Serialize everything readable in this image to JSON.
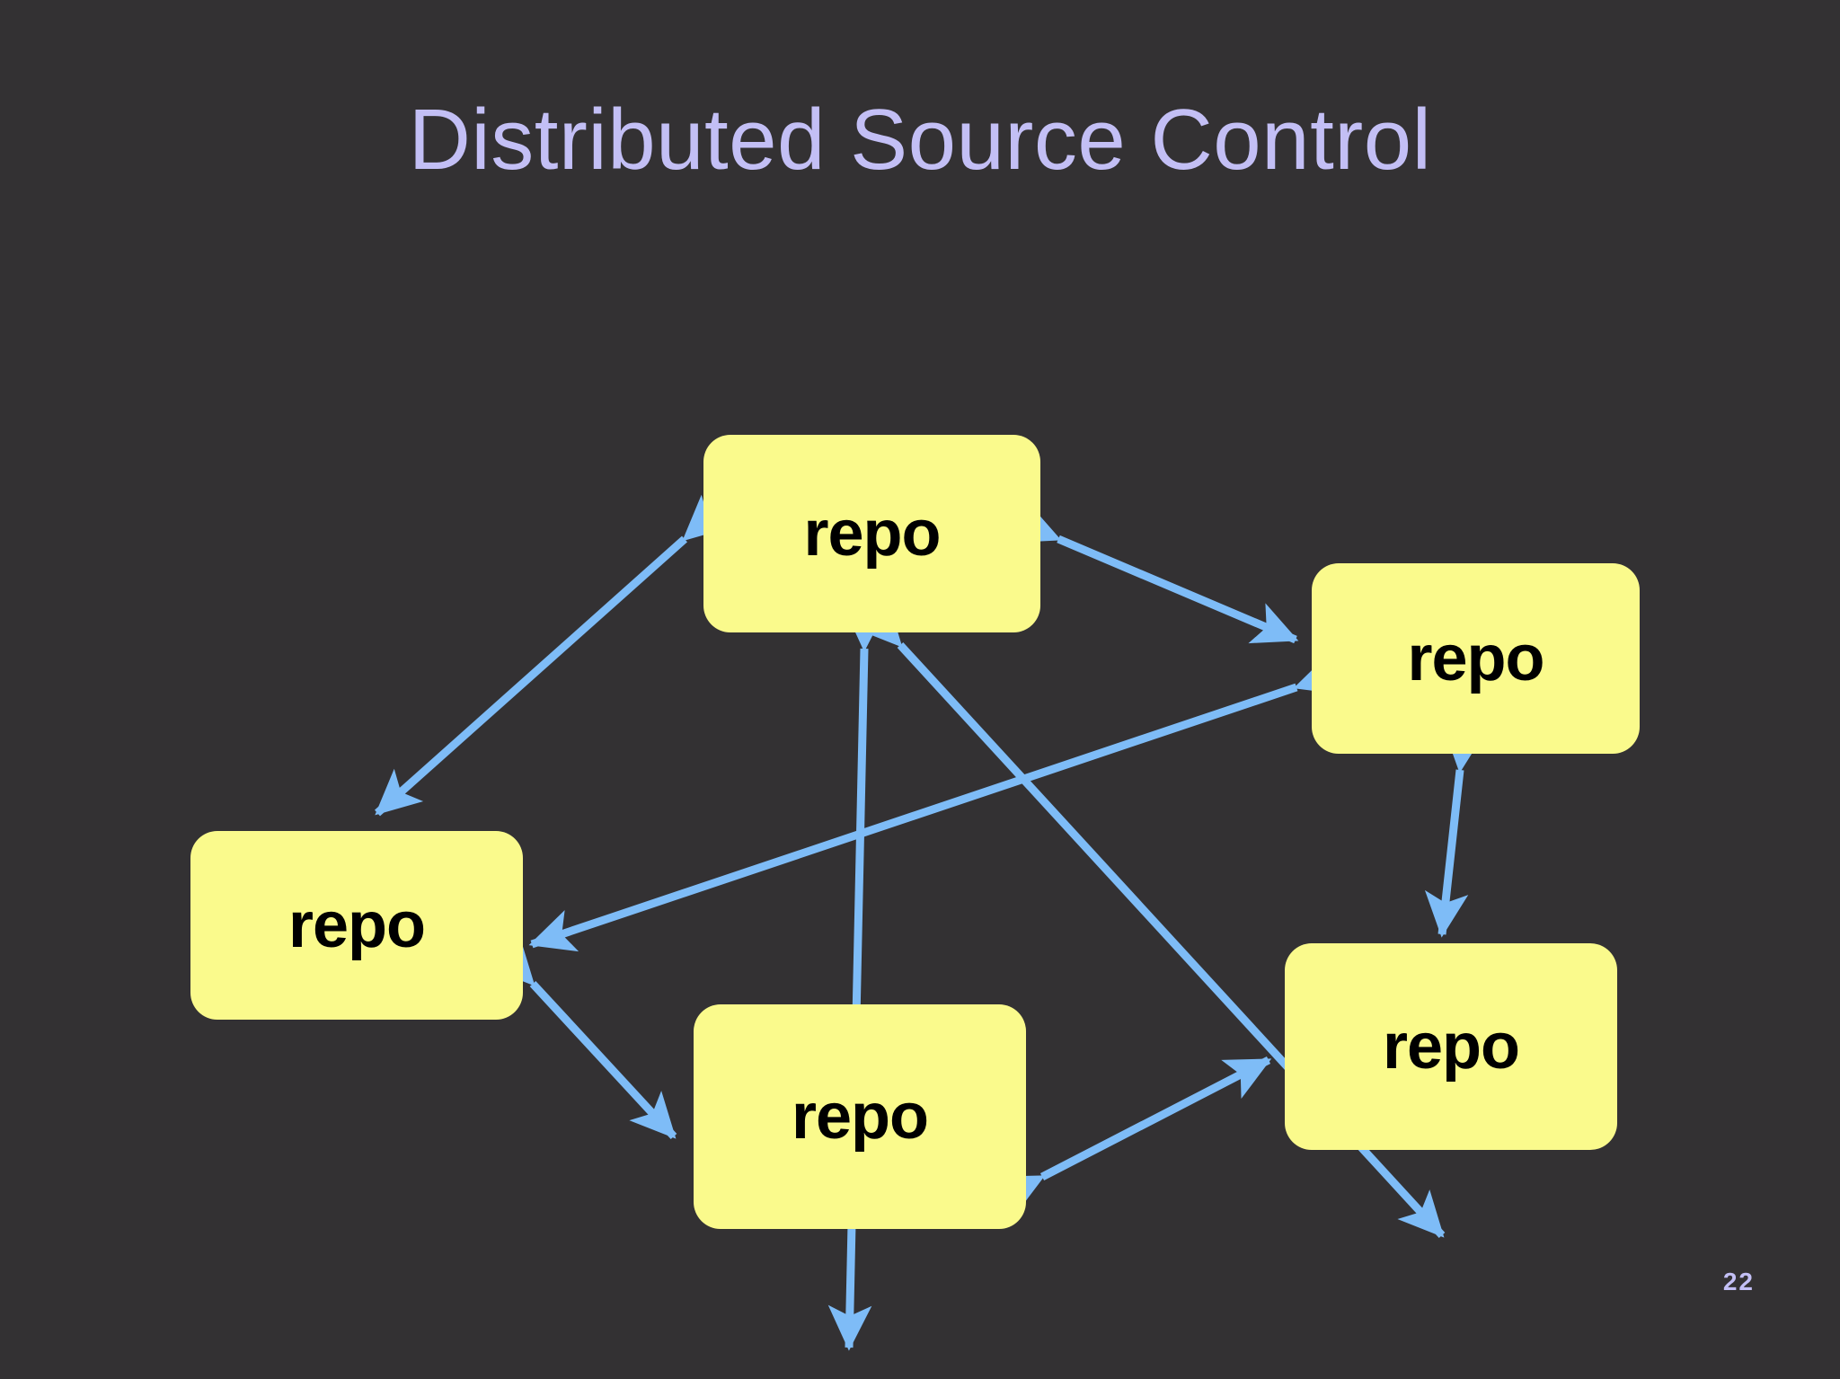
{
  "slide": {
    "title": "Distributed Source Control",
    "page_number": "22",
    "background_color": "#333133",
    "title_color": "#C3BFF5",
    "page_number_color": "#C3BFF5"
  },
  "diagram": {
    "type": "node-link-graph",
    "node_fill_color": "#FAFA8C",
    "node_text_color": "#000000",
    "edge_color": "#7EBCF7",
    "edge_style": "double-headed-arrow",
    "nodes": [
      {
        "id": "top",
        "label": "repo"
      },
      {
        "id": "right",
        "label": "repo"
      },
      {
        "id": "left",
        "label": "repo"
      },
      {
        "id": "bottom",
        "label": "repo"
      },
      {
        "id": "bright",
        "label": "repo"
      }
    ],
    "edges": [
      {
        "from": "top",
        "to": "left",
        "bidirectional": true
      },
      {
        "from": "top",
        "to": "right",
        "bidirectional": true
      },
      {
        "from": "top",
        "to": "bottom",
        "bidirectional": true
      },
      {
        "from": "top",
        "to": "bright",
        "bidirectional": true
      },
      {
        "from": "right",
        "to": "left",
        "bidirectional": true
      },
      {
        "from": "right",
        "to": "bright",
        "bidirectional": true
      },
      {
        "from": "left",
        "to": "bottom",
        "bidirectional": true
      },
      {
        "from": "bottom",
        "to": "bright",
        "bidirectional": true
      }
    ]
  }
}
